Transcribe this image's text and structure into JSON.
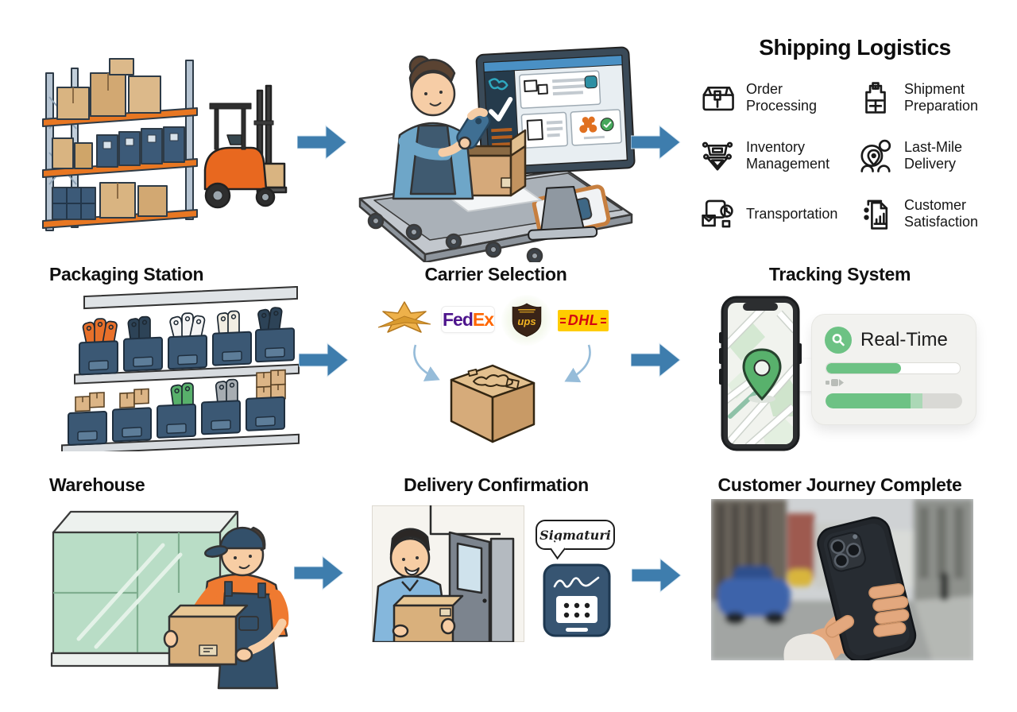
{
  "page": {
    "background": "#ffffff"
  },
  "flow": {
    "arrow_color": "#3e7dad",
    "arrow_count": 6
  },
  "logistics": {
    "title": "Shipping Logistics",
    "items": [
      {
        "label": "Order Processing",
        "icon": "order-box-icon"
      },
      {
        "label": "Shipment Preparation",
        "icon": "parcel-label-icon"
      },
      {
        "label": "Inventory Management",
        "icon": "inventory-funnel-icon"
      },
      {
        "label": "Last-Mile Delivery",
        "icon": "map-pin-route-icon"
      },
      {
        "label": "Transportation",
        "icon": "mail-clock-icon"
      },
      {
        "label": "Customer Satisfaction",
        "icon": "report-chart-icon"
      }
    ]
  },
  "sections": {
    "packaging_station": "Packaging Station",
    "carrier_selection": "Carrier Selection",
    "tracking_system": "Tracking System",
    "warehouse": "Warehouse",
    "delivery_confirmation": "Delivery Confirmation",
    "customer_journey_complete": "Customer Journey Complete"
  },
  "carriers": {
    "star": {
      "icon": "gold-star-carrier-logo"
    },
    "fedex": {
      "text_fed": "Fed",
      "text_ex": "Ex",
      "color_fed": "#4d148c",
      "color_ex": "#ff6600"
    },
    "ups": {
      "text": "ups",
      "shield_color": "#3a2417",
      "text_color": "#f0b323"
    },
    "dhl": {
      "text": "DHL",
      "bg_color": "#ffcc00",
      "text_color": "#d40511"
    }
  },
  "tracking": {
    "realtime_label": "Real-Time",
    "progress_top_percent": 56,
    "progress_bottom_percent": 62,
    "progress_bottom_light_percent": 9,
    "accent_green": "#6dc284",
    "icons": [
      "magnifier-icon",
      "truck-icon",
      "map-pin-icon"
    ]
  },
  "delivery": {
    "signature_bubble_text": "Sigmaturi",
    "icons": [
      "signature-pad-icon"
    ]
  }
}
